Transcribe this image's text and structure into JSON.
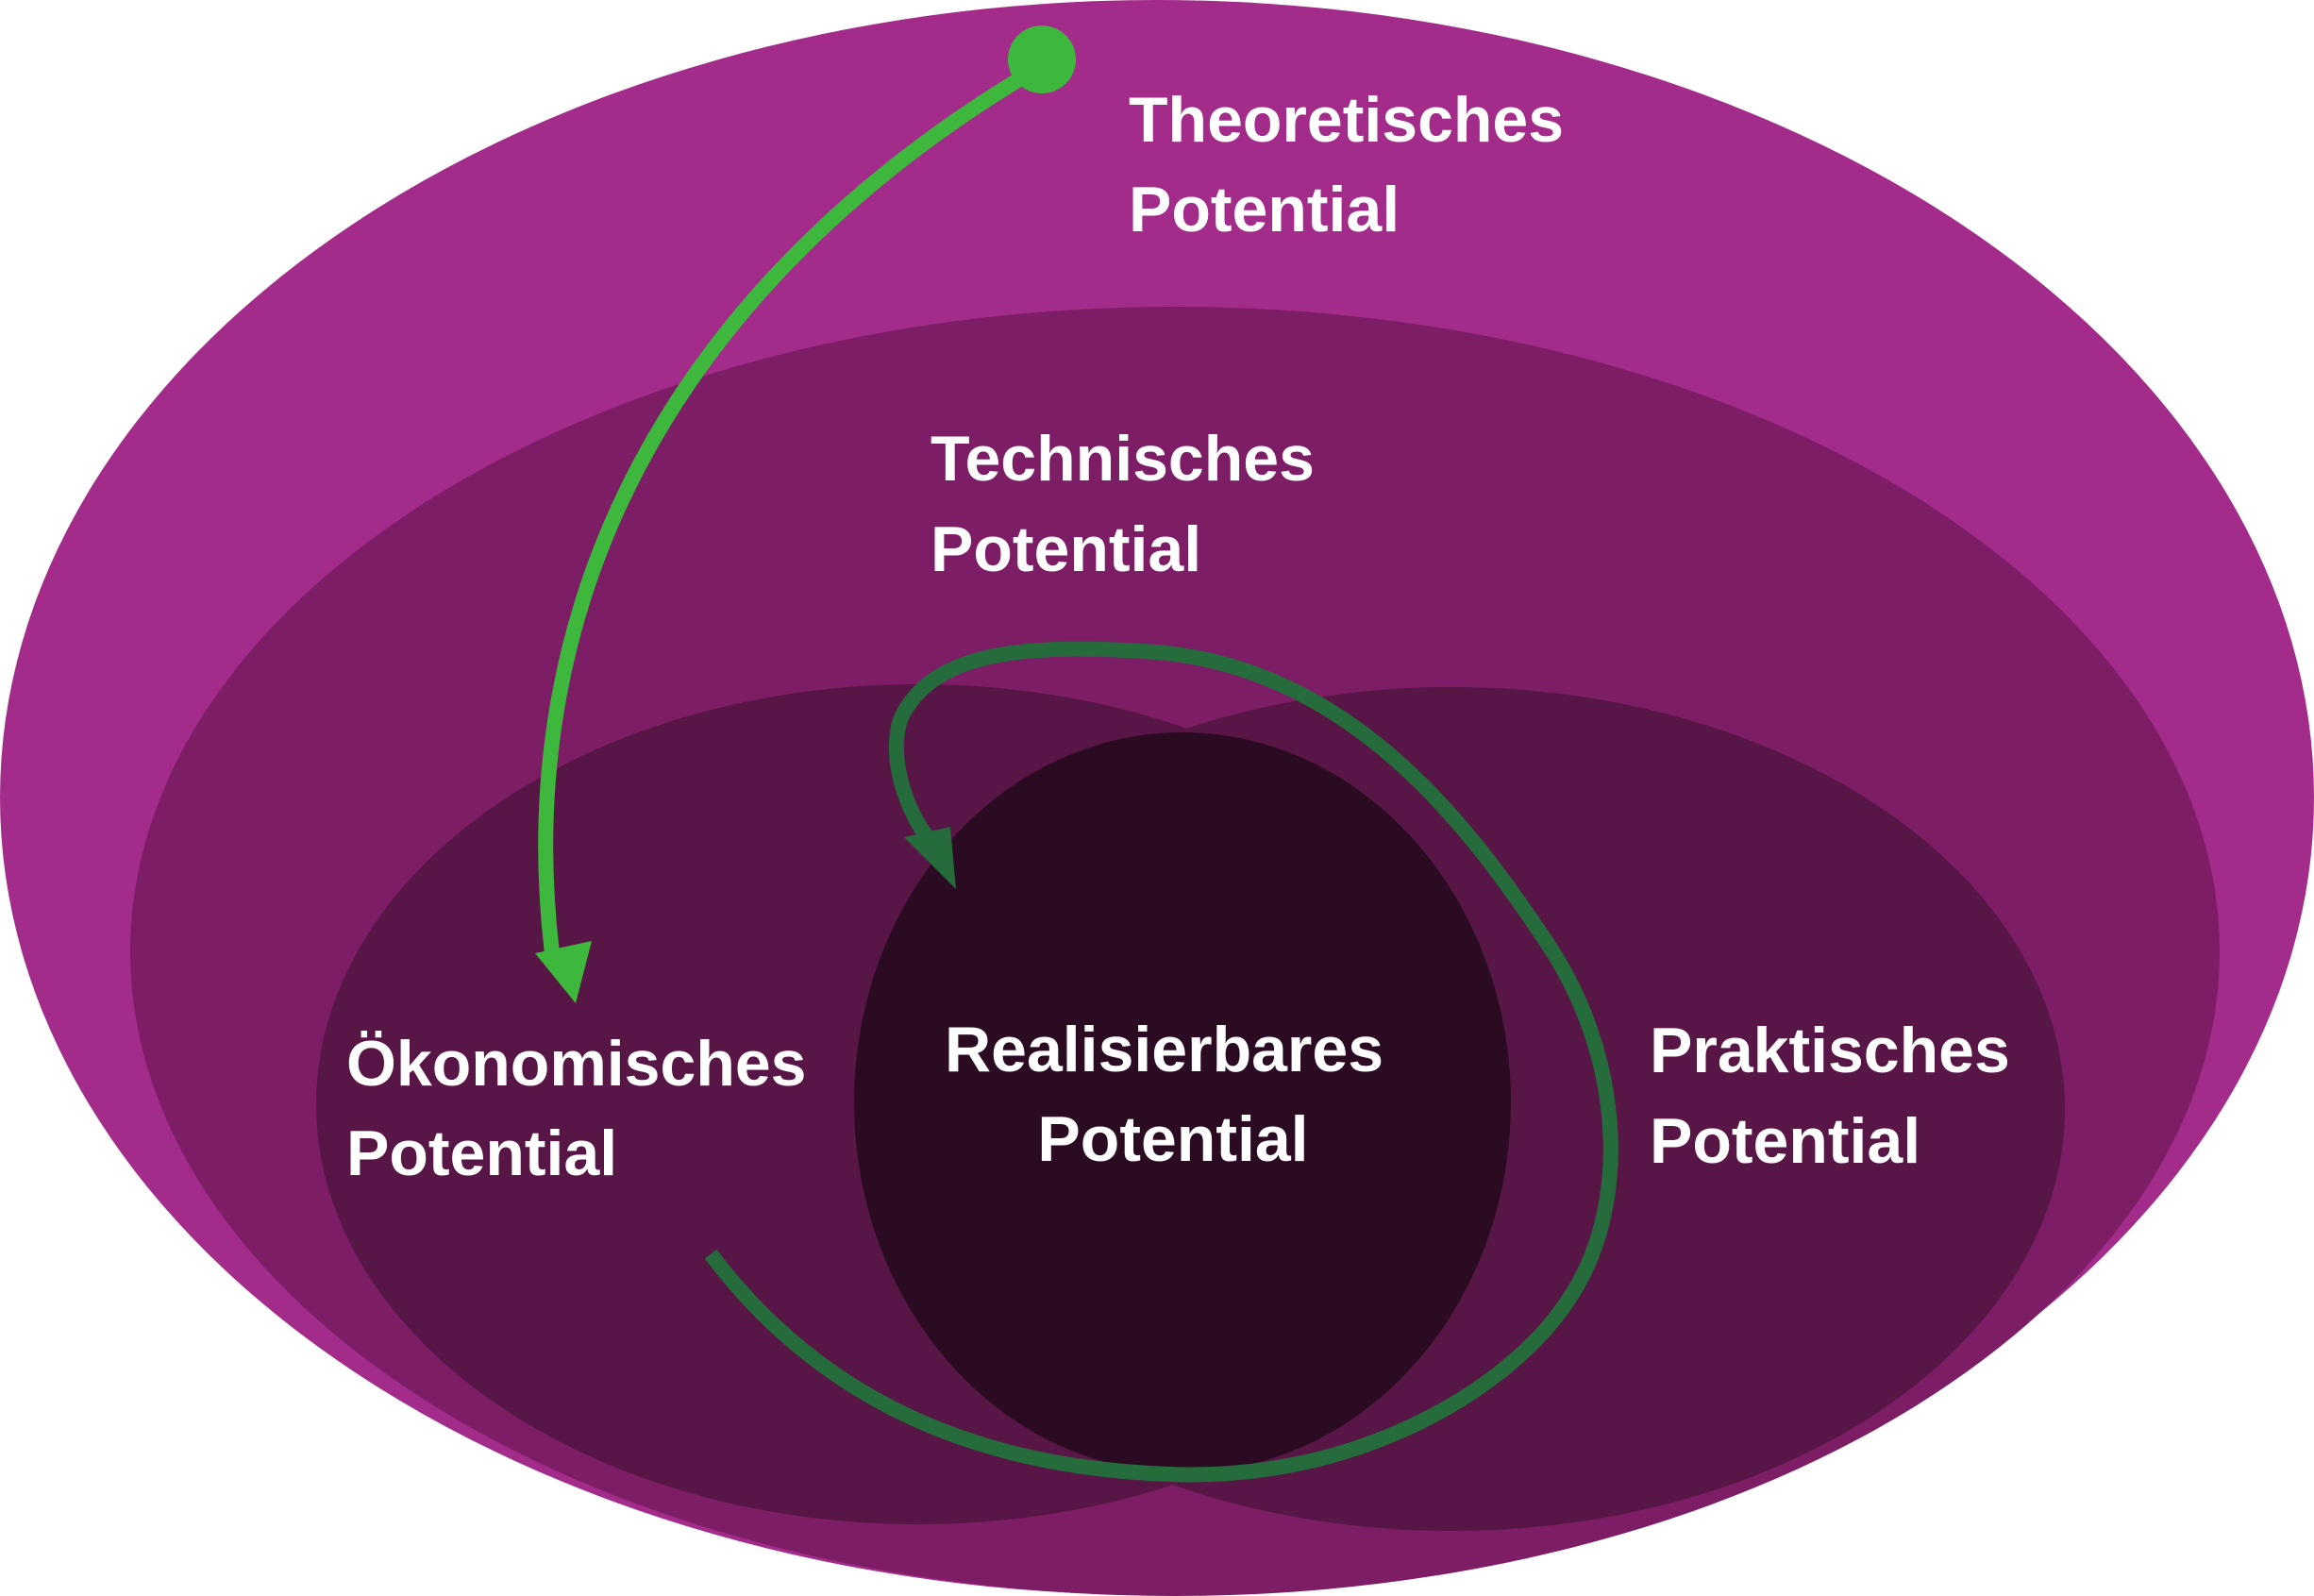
{
  "labels": {
    "theoretical": [
      "Theoretisches",
      "Potential"
    ],
    "technical": [
      "Technisches",
      "Potential"
    ],
    "economic": [
      "Ökonomisches",
      "Potential"
    ],
    "practical": [
      "Praktisches",
      "Potential"
    ],
    "realizable": [
      "Realisierbares",
      "Potential"
    ]
  },
  "colors": {
    "theoretical": "#a32c8a",
    "technical": "#7d1d66",
    "overlap_sets": "#571645",
    "realizable": "#2b0b22",
    "arrow_bright": "#3db83d",
    "arrow_dark": "#256b3c",
    "text": "#ffffff"
  }
}
